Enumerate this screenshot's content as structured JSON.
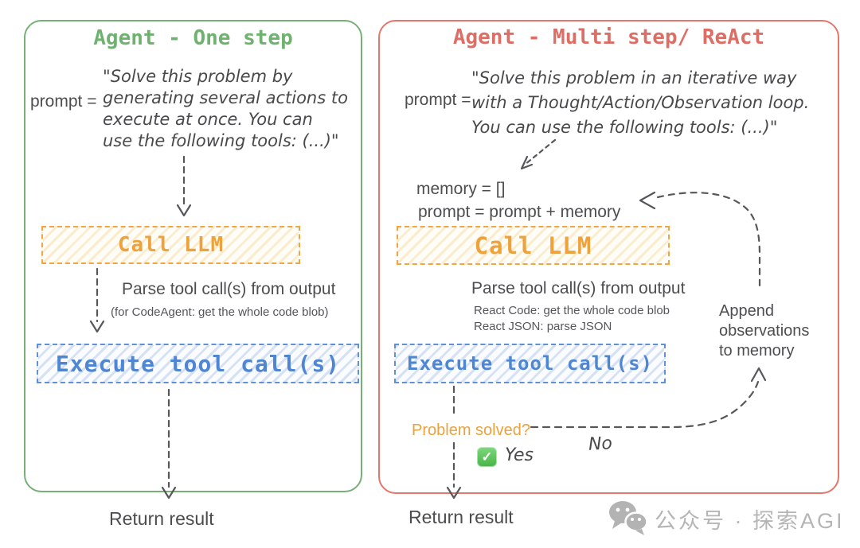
{
  "left": {
    "title": "Agent - One step",
    "prompt_label": "prompt =",
    "prompt_lines": [
      "\"Solve this problem by",
      "generating several actions to",
      "execute at once. You can",
      "use the following tools: (...)\""
    ],
    "call_llm": "Call LLM",
    "parse_title": "Parse tool call(s) from output",
    "parse_note": "(for CodeAgent: get the whole code blob)",
    "execute": "Execute tool call(s)",
    "return_label": "Return result"
  },
  "right": {
    "title": "Agent - Multi step/ ReAct",
    "prompt_label": "prompt =",
    "prompt_lines": [
      "\"Solve this problem in an iterative way",
      "with a Thought/Action/Observation loop.",
      "You can use the following tools: (...)\""
    ],
    "memory_init": "memory = []",
    "prompt_update": "prompt = prompt + memory",
    "call_llm": "Call LLM",
    "parse_title": "Parse tool call(s) from output",
    "parse_note_code": "React Code: get the whole code blob",
    "parse_note_json": "React JSON: parse JSON",
    "append_lines": [
      "Append",
      "observations",
      "to memory"
    ],
    "execute": "Execute tool call(s)",
    "problem_solved": "Problem solved?",
    "yes_label": "Yes",
    "no_label": "No",
    "check_glyph": "✓",
    "return_label": "Return result"
  },
  "watermark": {
    "text": "公众号 · 探索AGI"
  },
  "colors": {
    "green_accent": "#77b077",
    "red_accent": "#e4766c",
    "orange_accent": "#f0a646",
    "blue_accent": "#6090d5",
    "problem_orange": "#e9a23d",
    "check_green": "#48b447",
    "text_gray": "#4d4e50",
    "watermark_gray": "#b5b5b5"
  }
}
